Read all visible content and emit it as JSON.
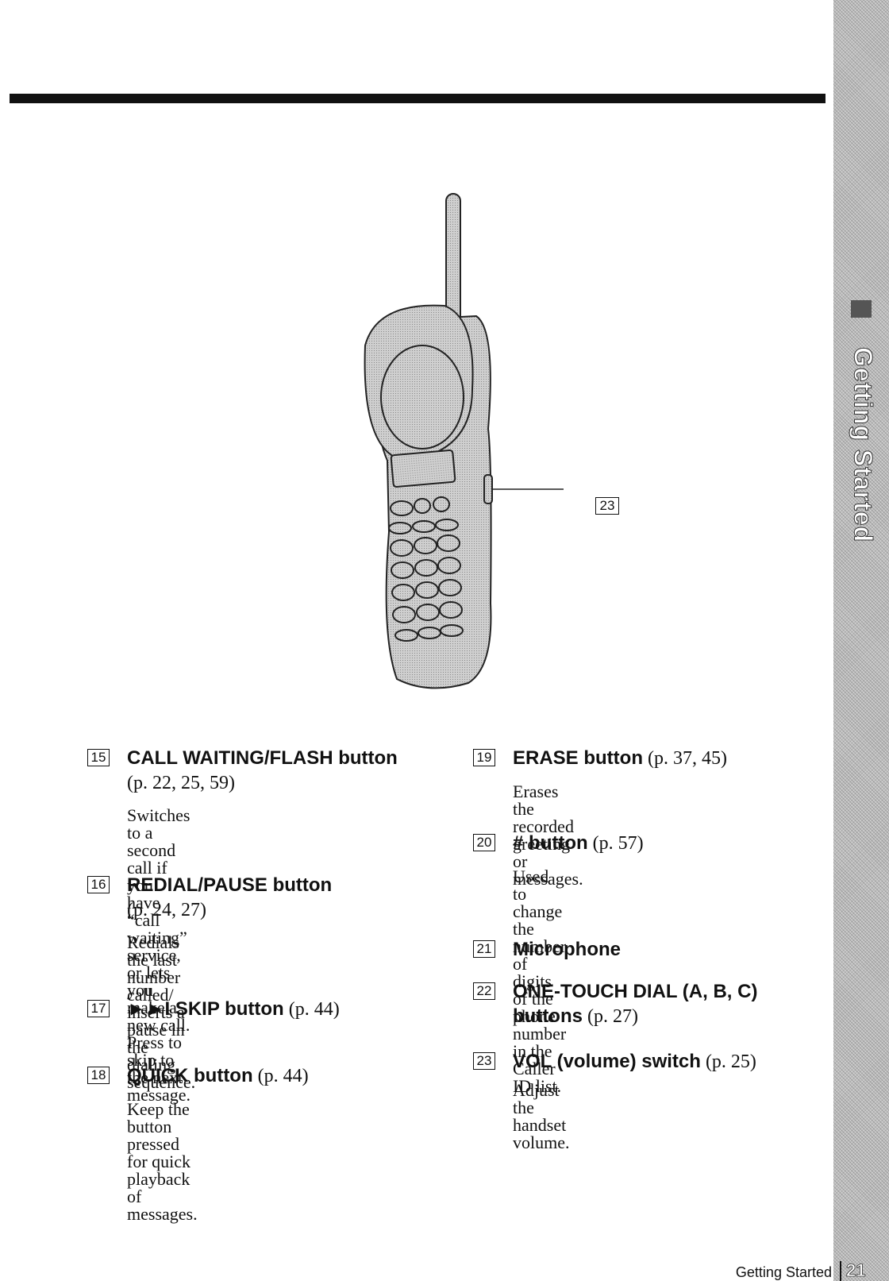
{
  "side_tab": {
    "label": "Getting Started"
  },
  "callout": {
    "label": "23"
  },
  "items": [
    {
      "num": "15",
      "title": "CALL WAITING/FLASH button",
      "pages": "",
      "pages2": "(p. 22, 25, 59)",
      "desc": "Switches to a second call if you\nhave “call waiting” service, or lets\nyou make a new call."
    },
    {
      "num": "16",
      "title": "REDIAL/PAUSE button",
      "pages": "",
      "pages2": "(p. 24, 27)",
      "desc": "Redials the last number called/\ninserts a pause in the dialing\nsequence."
    },
    {
      "num": "17",
      "title": "►►I SKIP button",
      "pages": "(p. 44)",
      "desc": "Press to skip to the next message."
    },
    {
      "num": "18",
      "title": "QUICK button",
      "pages": "(p. 44)",
      "desc": "Keep the button pressed for quick\nplayback of messages."
    },
    {
      "num": "19",
      "title": "ERASE button",
      "pages": "(p. 37, 45)",
      "desc": "Erases the recorded greeting or\nmessages."
    },
    {
      "num": "20",
      "title": "# button",
      "pages": "(p. 57)",
      "desc": "Used to change the number of\ndigits of the phone number in the\nCaller ID list."
    },
    {
      "num": "21",
      "title": "Microphone",
      "pages": ""
    },
    {
      "num": "22",
      "title": "ONE-TOUCH DIAL (A, B, C)",
      "title2": "buttons",
      "pages2": "(p. 27)"
    },
    {
      "num": "23",
      "title": "VOL (volume) switch",
      "pages": "(p. 25)",
      "desc": "Adjust the handset volume."
    }
  ],
  "footer": {
    "section": "Getting Started",
    "page": "21"
  },
  "colors": {
    "text": "#111111",
    "tab_bg": "#bdbdbd",
    "phone_fill": "#c4c4c4"
  }
}
